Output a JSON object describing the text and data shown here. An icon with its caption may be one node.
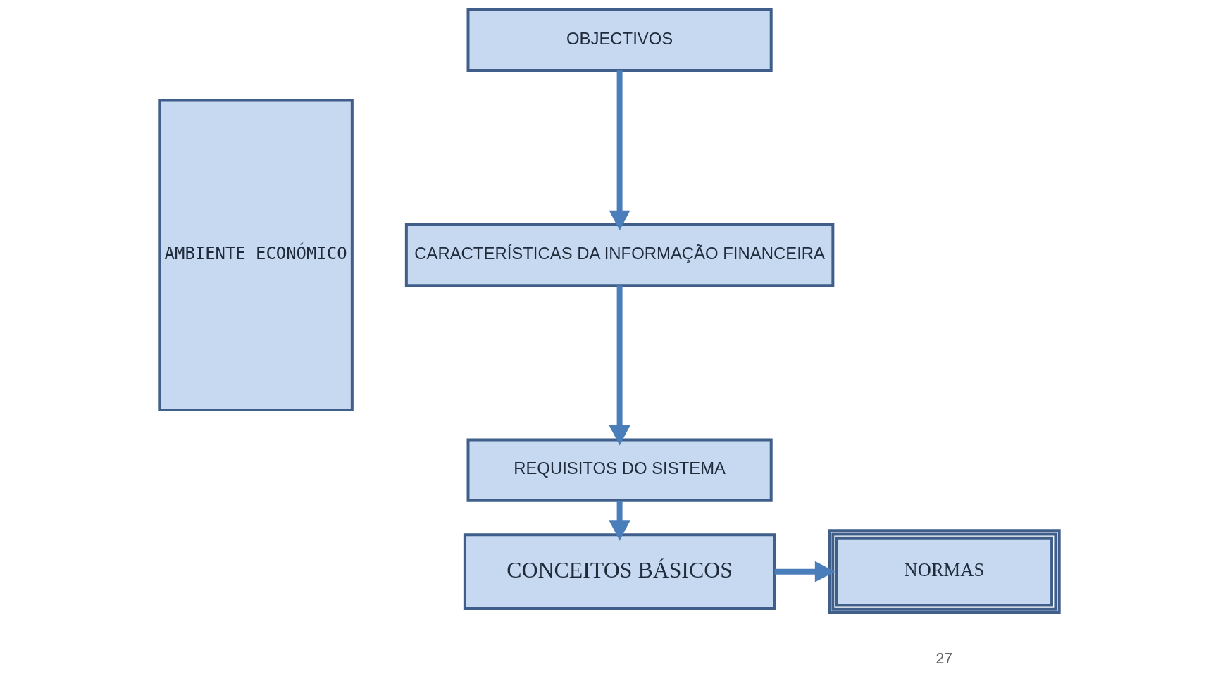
{
  "diagram": {
    "nodes": [
      {
        "text": [
          "AMBIENTE ECONÓMICO"
        ]
      },
      {
        "text": [
          "OBJECTIVOS"
        ]
      },
      {
        "text": [
          "CARACTERÍSTICAS DA INFORMAÇÃO FINANCEIRA"
        ]
      },
      {
        "text": [
          "REQUISITOS DO SISTEMA"
        ]
      },
      {
        "text": [
          "CONCEITOS BÁSICOS"
        ]
      },
      {
        "text": [
          "NORMAS"
        ]
      }
    ],
    "edges": [
      {
        "from": 1,
        "to": 2,
        "arrow": "to"
      },
      {
        "from": 2,
        "to": 3,
        "arrow": "to"
      },
      {
        "from": 3,
        "to": 4,
        "arrow": "to"
      },
      {
        "from": 4,
        "to": 5,
        "arrow": "to"
      }
    ],
    "labels": [
      "27"
    ]
  }
}
